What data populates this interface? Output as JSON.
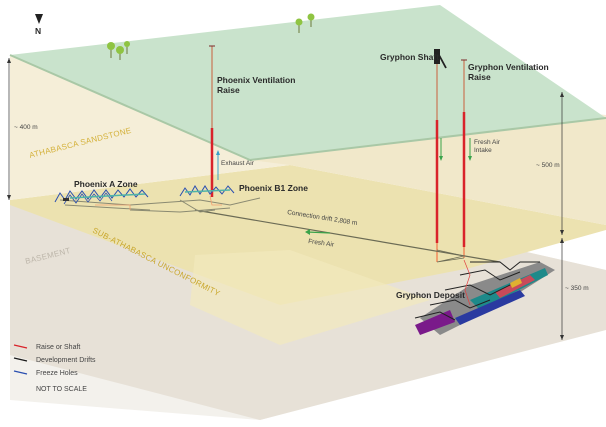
{
  "diagram": {
    "north_label": "N",
    "surface_features": [
      "trees",
      "trees"
    ],
    "labels": {
      "phoenix_ventilation_raise": [
        "Phoenix Ventilation",
        "Raise"
      ],
      "gryphon_shaft": "Gryphon Shaft",
      "gryphon_ventilation_raise": [
        "Gryphon Ventilation",
        "Raise"
      ],
      "phoenix_a_zone": "Phoenix A Zone",
      "phoenix_b1_zone": "Phoenix B1 Zone",
      "exhaust_air": "Exhaust Air",
      "fresh_air_intake": [
        "Fresh Air",
        "Intake"
      ],
      "connection_drift": "Connection drift 2,808 m",
      "fresh_air": "Fresh Air",
      "gryphon_deposit": "Gryphon Deposit"
    },
    "geology": {
      "athabasca_sandstone": "ATHABASCA SANDSTONE",
      "sub_athabasca_unconformity": "SUB-ATHABASCA UNCONFORMITY",
      "basement": "BASEMENT"
    },
    "dimensions": {
      "left_depth": "~ 400 m",
      "right_upper_depth": "~ 500 m",
      "right_lower_depth": "~ 350 m"
    },
    "legend": [
      {
        "label": "Raise or Shaft",
        "color": "#d9232a"
      },
      {
        "label": "Development Drifts",
        "color": "#1a1a1a"
      },
      {
        "label": "Freeze Holes",
        "color": "#2a4fb0"
      }
    ],
    "note": "NOT TO SCALE",
    "colors": {
      "surface": "#c9e3cc",
      "sandstone": "#f3ecd4",
      "unconformity": "#ece2b0",
      "basement": "#e7e1d7",
      "floor": "#f3f1ec",
      "raise": "#d9232a",
      "raise_upper": "#c9a184",
      "fresh_air_arrow": "#3aa34a",
      "exhaust_arrow": "#3aa0c8",
      "freeze_holes": "#2a4fb0",
      "geo_label": "#d4b13a",
      "basement_label": "#bdb6aa"
    }
  }
}
